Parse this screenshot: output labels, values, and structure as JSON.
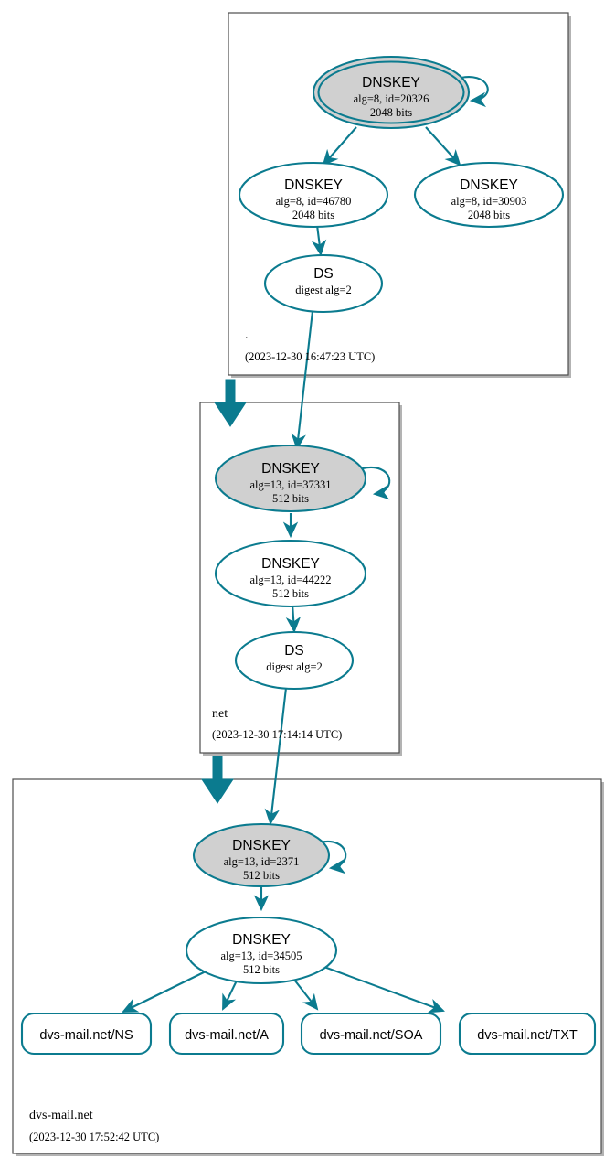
{
  "diagram": {
    "title": "DNSSEC Authentication Chain for dvs-mail.net",
    "accent_color": "#0b7b8f",
    "secure_fill": "#d0d0d0",
    "box_stroke": "#4d4d4d"
  },
  "zones": [
    {
      "id": "root",
      "label": ".",
      "timestamp": "(2023-12-30 16:47:23 UTC)",
      "nodes": [
        {
          "id": "root-ksk",
          "type": "DNSKEY",
          "line2": "alg=8, id=20326",
          "line3": "2048 bits",
          "trust_anchor": true,
          "secure": true
        },
        {
          "id": "root-zsk-46780",
          "type": "DNSKEY",
          "line2": "alg=8, id=46780",
          "line3": "2048 bits",
          "trust_anchor": false,
          "secure": false
        },
        {
          "id": "root-zsk-30903",
          "type": "DNSKEY",
          "line2": "alg=8, id=30903",
          "line3": "2048 bits",
          "trust_anchor": false,
          "secure": false
        },
        {
          "id": "root-ds-net",
          "type": "DS",
          "line2": "digest alg=2",
          "line3": "",
          "trust_anchor": false,
          "secure": false
        }
      ]
    },
    {
      "id": "net",
      "label": "net",
      "timestamp": "(2023-12-30 17:14:14 UTC)",
      "nodes": [
        {
          "id": "net-ksk",
          "type": "DNSKEY",
          "line2": "alg=13, id=37331",
          "line3": "512 bits",
          "trust_anchor": false,
          "secure": true
        },
        {
          "id": "net-zsk",
          "type": "DNSKEY",
          "line2": "alg=13, id=44222",
          "line3": "512 bits",
          "trust_anchor": false,
          "secure": false
        },
        {
          "id": "net-ds-dvs",
          "type": "DS",
          "line2": "digest alg=2",
          "line3": "",
          "trust_anchor": false,
          "secure": false
        }
      ]
    },
    {
      "id": "dvs-mail-net",
      "label": "dvs-mail.net",
      "timestamp": "(2023-12-30 17:52:42 UTC)",
      "nodes": [
        {
          "id": "dvs-ksk",
          "type": "DNSKEY",
          "line2": "alg=13, id=2371",
          "line3": "512 bits",
          "trust_anchor": false,
          "secure": true
        },
        {
          "id": "dvs-zsk",
          "type": "DNSKEY",
          "line2": "alg=13, id=34505",
          "line3": "512 bits",
          "trust_anchor": false,
          "secure": false
        }
      ],
      "rrsets": [
        {
          "id": "rrset-ns",
          "label": "dvs-mail.net/NS"
        },
        {
          "id": "rrset-a",
          "label": "dvs-mail.net/A"
        },
        {
          "id": "rrset-soa",
          "label": "dvs-mail.net/SOA"
        },
        {
          "id": "rrset-txt",
          "label": "dvs-mail.net/TXT"
        }
      ]
    }
  ]
}
